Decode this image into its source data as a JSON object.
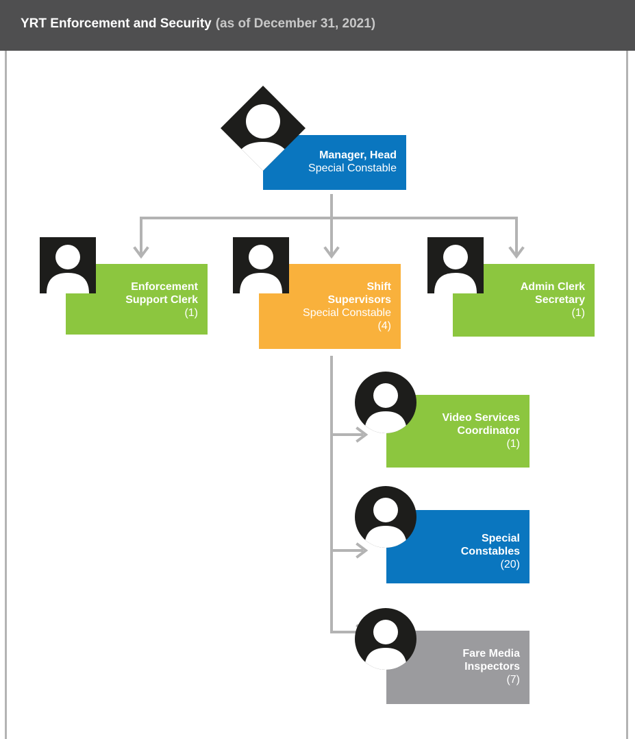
{
  "header": {
    "title": "YRT Enforcement and Security",
    "subtitle": "(as of December 31, 2021)"
  },
  "colors": {
    "blue": "#0a76bf",
    "green": "#8cc63f",
    "orange": "#f9b13c",
    "gray": "#9b9b9e",
    "connector": "#b3b3b3",
    "header_bg": "#4f4f50"
  },
  "nodes": {
    "manager": {
      "title": "Manager, Head",
      "subtitle": "Special Constable",
      "icon": "person-diamond-icon"
    },
    "enforcement_clerk": {
      "title_line1": "Enforcement",
      "title_line2": "Support Clerk",
      "count": "(1)",
      "icon": "person-icon"
    },
    "shift_supervisors": {
      "title_line1": "Shift",
      "title_line2": "Supervisors",
      "subtitle": "Special Constable",
      "count": "(4)",
      "icon": "person-icon"
    },
    "admin_clerk": {
      "title_line1": "Admin Clerk",
      "title_line2": "Secretary",
      "count": "(1)",
      "icon": "person-icon"
    },
    "video_services": {
      "title_line1": "Video Services",
      "title_line2": "Coordinator",
      "count": "(1)",
      "icon": "person-circle-icon"
    },
    "special_constables": {
      "title_line1": "Special",
      "title_line2": "Constables",
      "count": "(20)",
      "icon": "person-circle-icon"
    },
    "fare_media": {
      "title_line1": "Fare Media",
      "title_line2": "Inspectors",
      "count": "(7)",
      "icon": "person-circle-icon"
    }
  }
}
